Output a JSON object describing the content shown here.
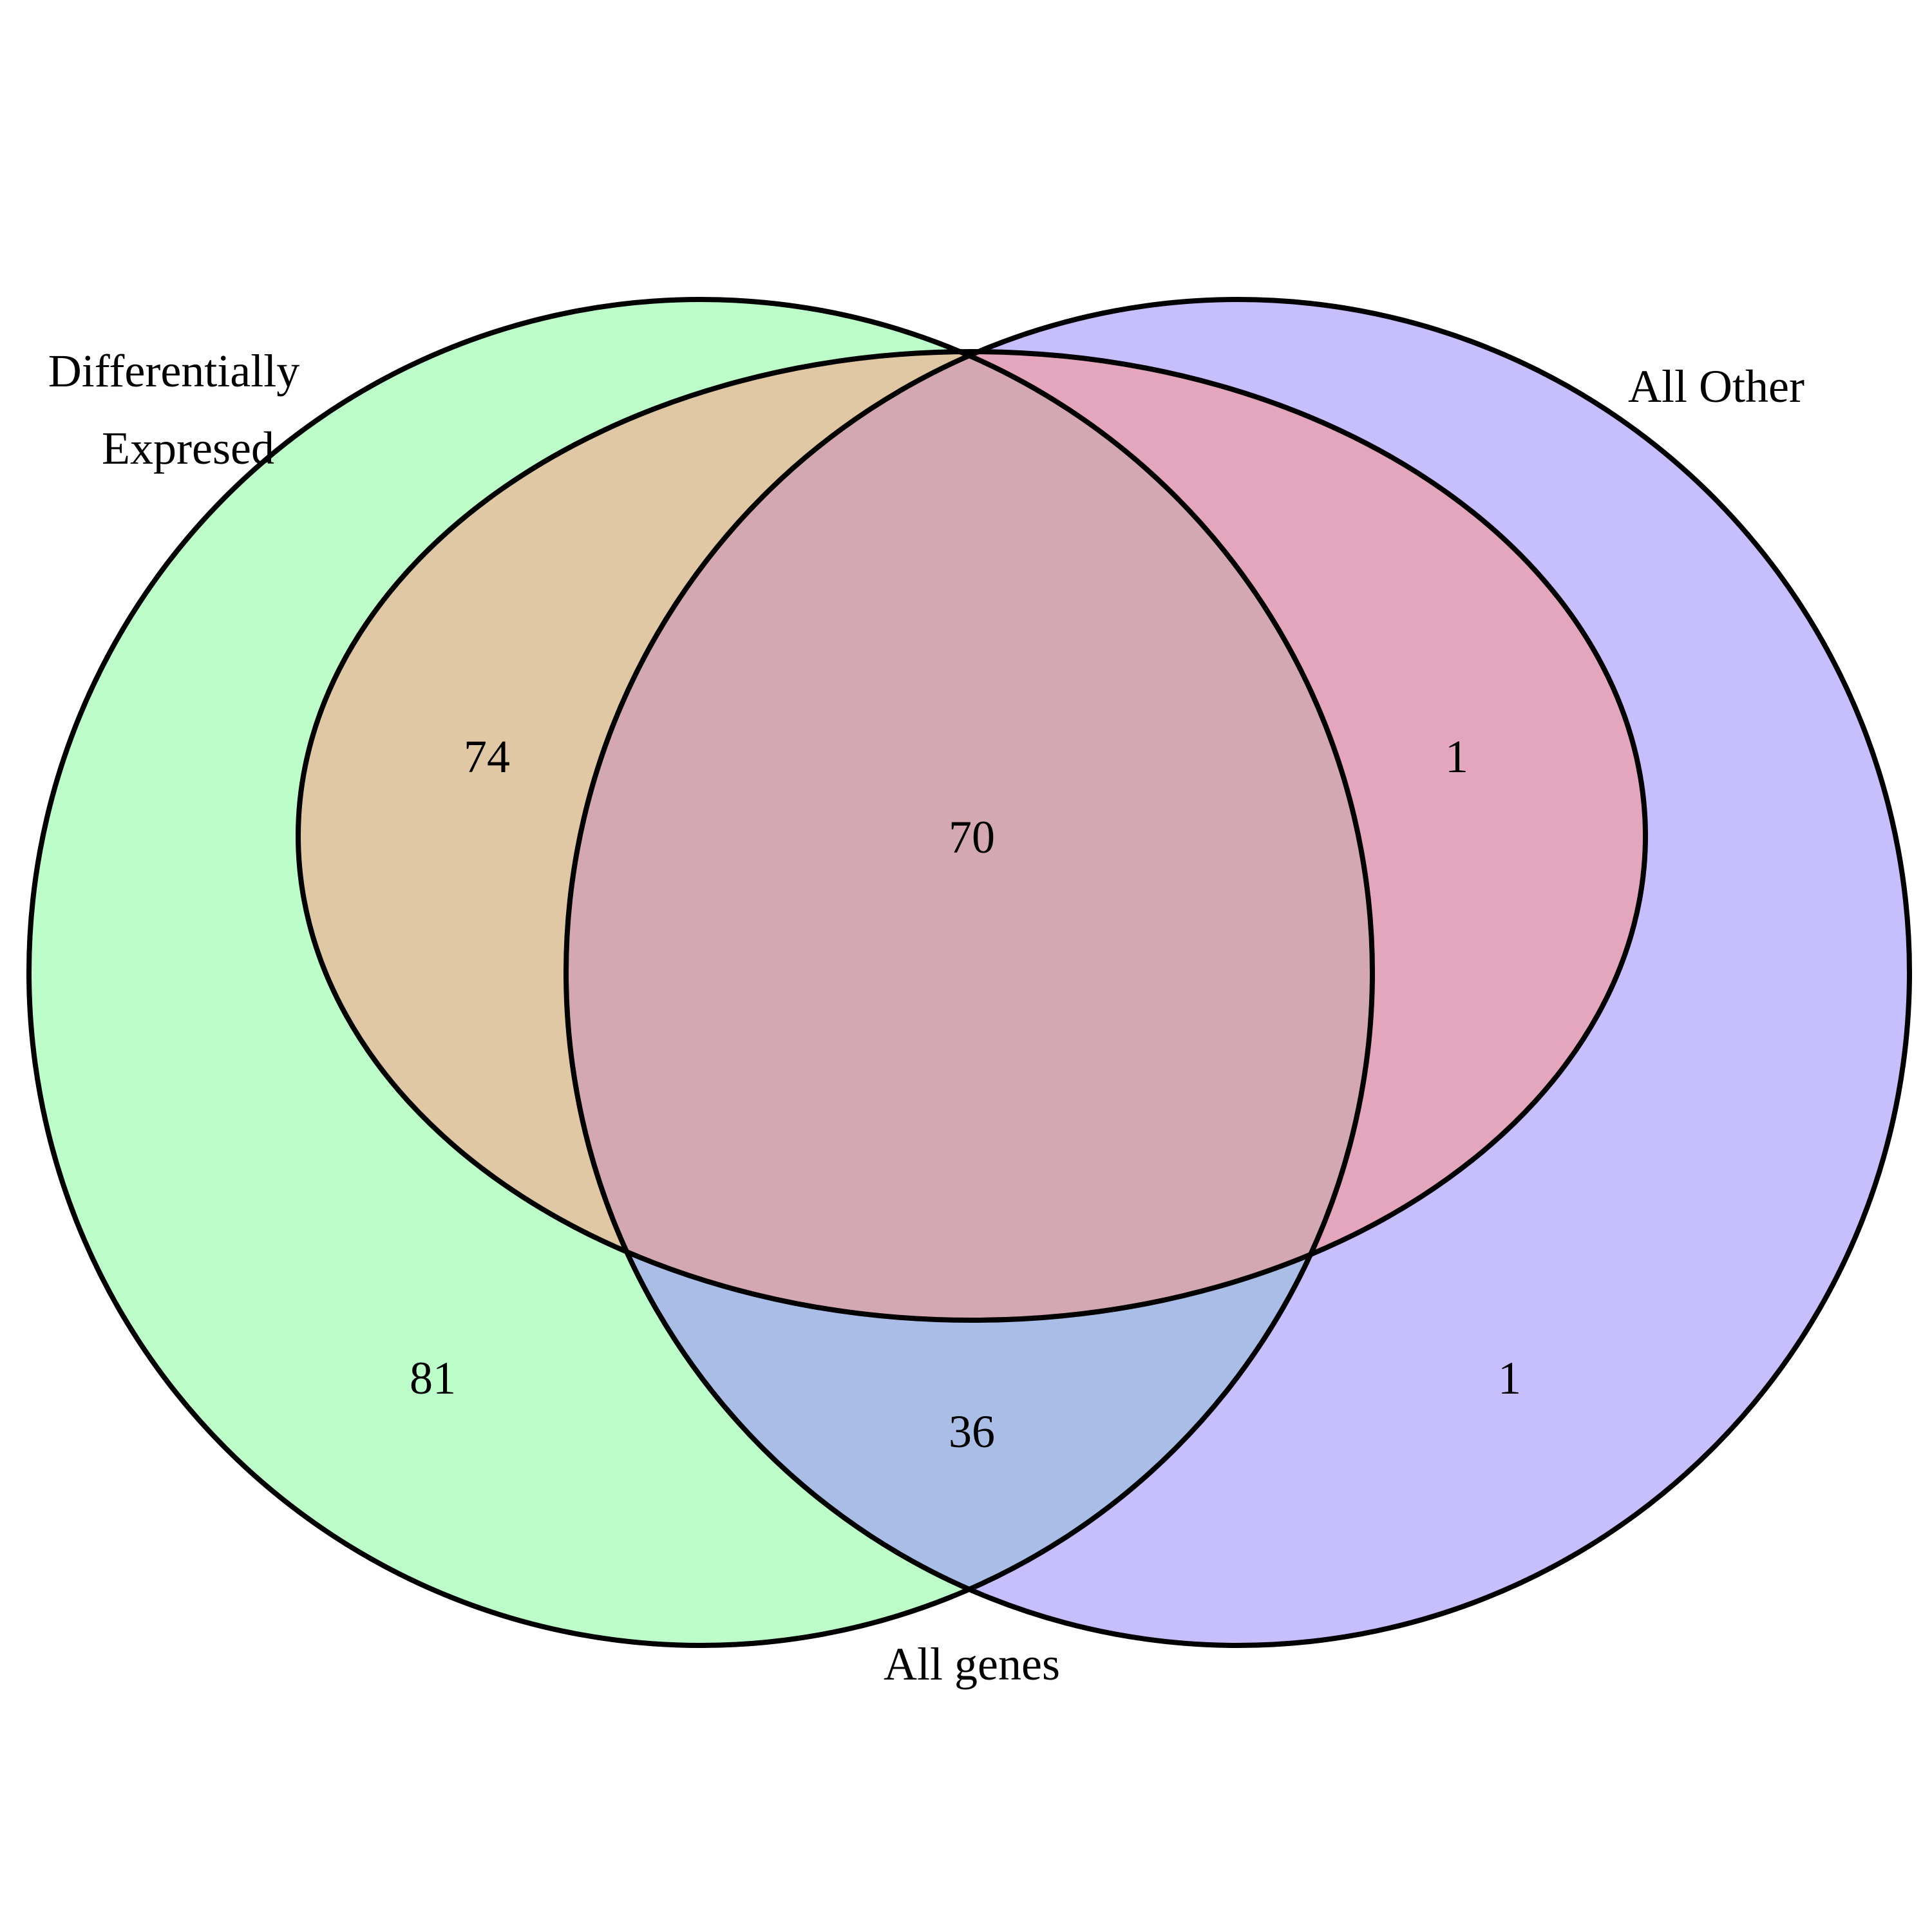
{
  "diagram": {
    "type": "venn-3",
    "sets": [
      {
        "key": "de",
        "label_lines": [
          "Differentially",
          "Expresed"
        ],
        "color": "#7cfc8c"
      },
      {
        "key": "other",
        "label_lines": [
          "All Other"
        ],
        "color": "#8a7cfc"
      },
      {
        "key": "all",
        "label_lines": [
          "All genes"
        ],
        "color": "#fc7c8a"
      }
    ],
    "region_counts": {
      "de_only": "81",
      "de_all": "74",
      "all_three": "70",
      "other_all": "1",
      "other_only": "1",
      "de_other": "36"
    },
    "colors": {
      "background": "#ffffff",
      "de_only": "#bcfdc9",
      "other_only": "#c7befd",
      "de_all": "#dfc8a3",
      "other_all": "#e3a6bd",
      "de_other": "#a9bde6",
      "all_three": "#d4a8b3",
      "stroke": "#000000"
    }
  }
}
